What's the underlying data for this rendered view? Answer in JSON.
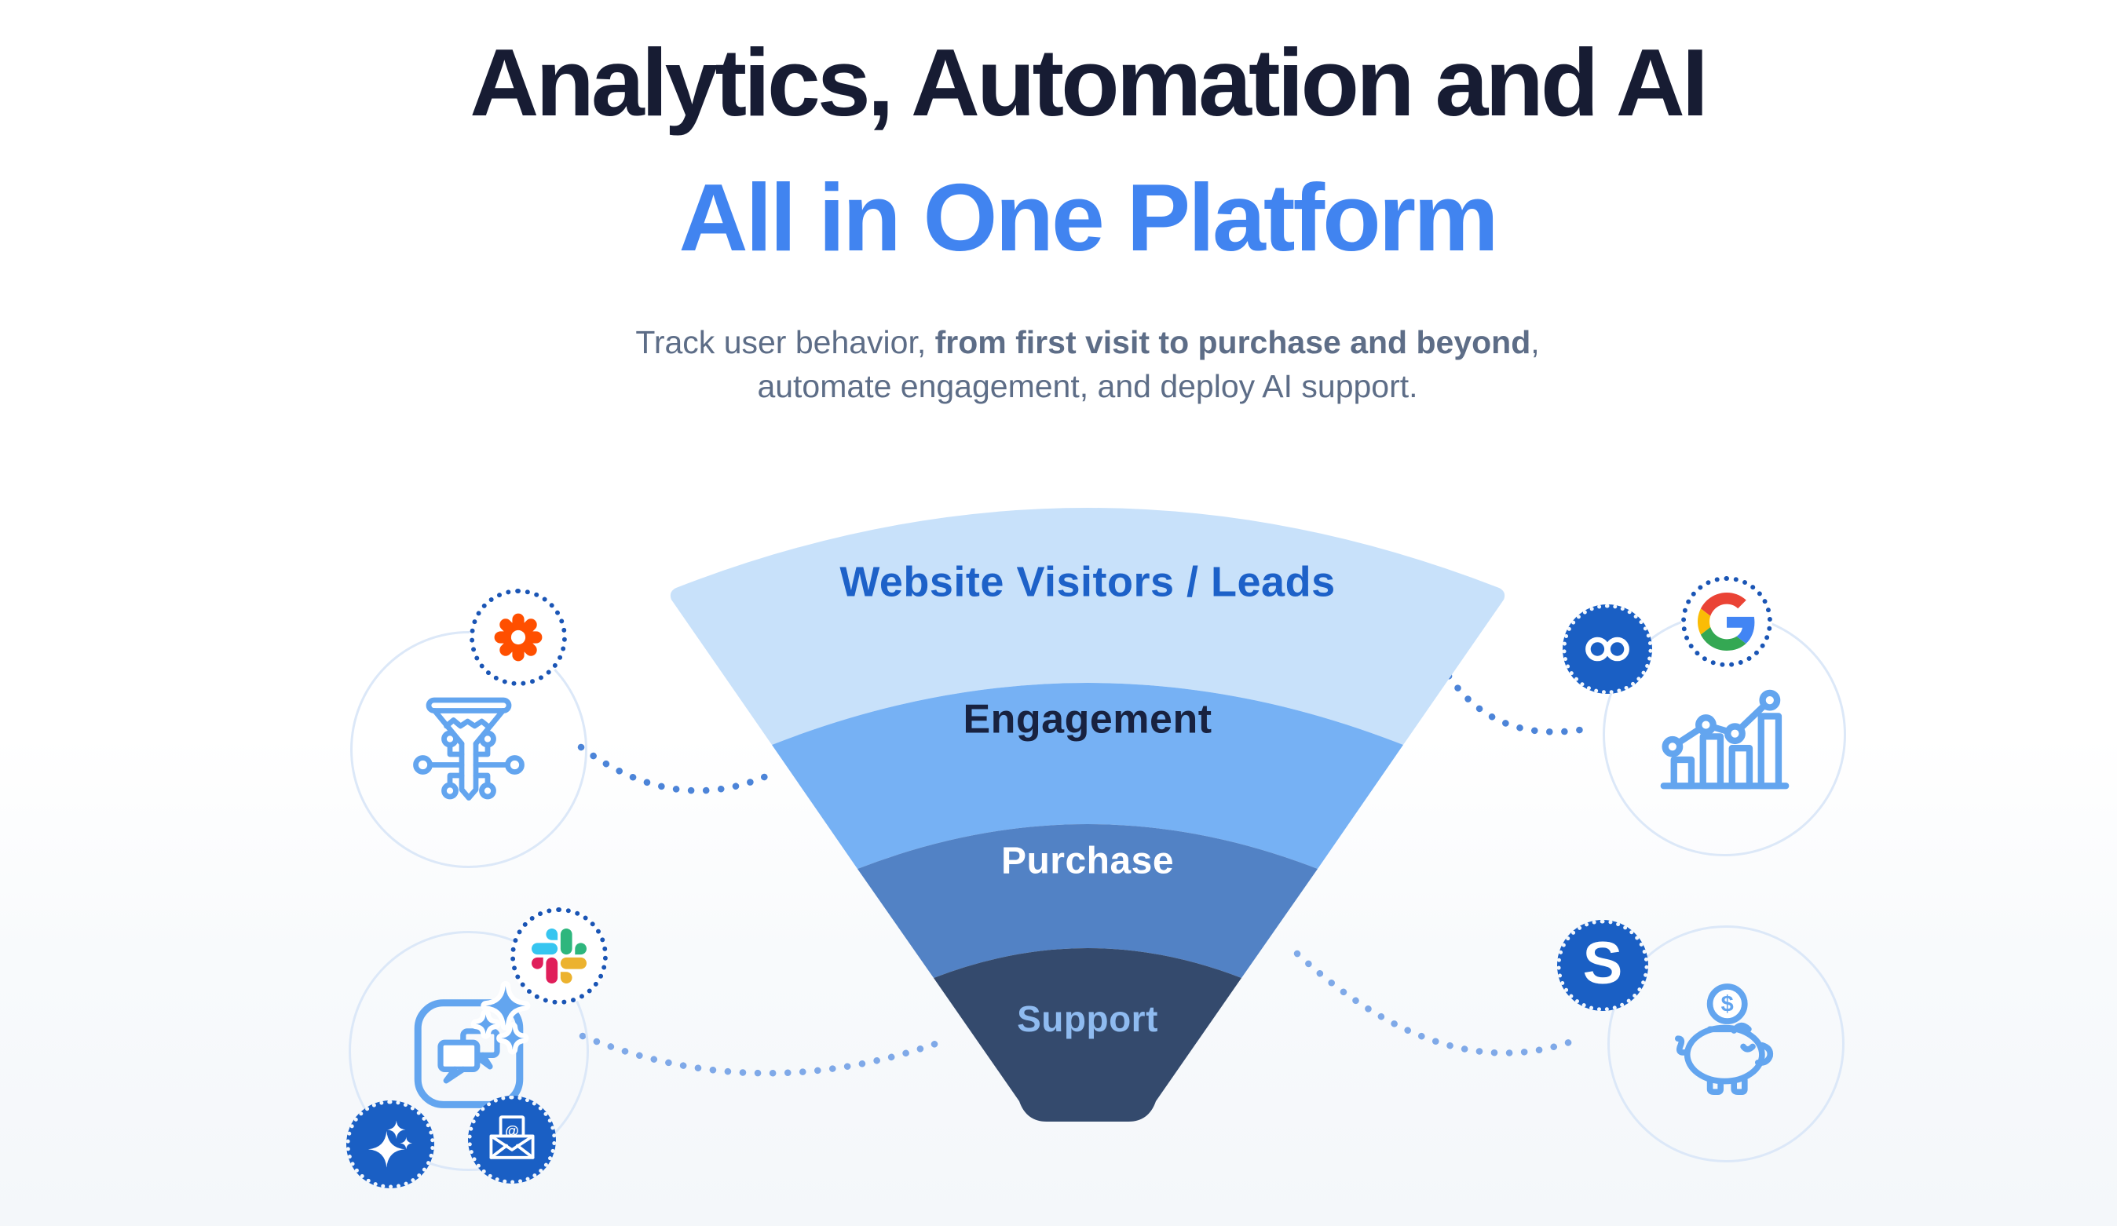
{
  "hero": {
    "title": "Analytics, Automation and AI",
    "subtitle": "All in One Platform",
    "description": {
      "line1_normal": "Track user behavior, ",
      "line1_bold": "from first visit to purchase and beyond",
      "line1_tail": ",",
      "line2": "automate engagement, and deploy AI support."
    },
    "colors": {
      "title": "#171C33",
      "subtitle": "#4184F0",
      "description": "#5D6D87"
    }
  },
  "chart_data": {
    "type": "funnel",
    "title": "Marketing funnel: Website Visitors / Leads > Engagement > Purchase > Support",
    "stages": [
      {
        "label": "Website Visitors / Leads",
        "color": "#C8E1FA",
        "label_color": "#1D61C8"
      },
      {
        "label": "Engagement",
        "color": "#76B1F4",
        "label_color": "#182240"
      },
      {
        "label": "Purchase",
        "color": "#5282C5",
        "label_color": "#FFFFFF"
      },
      {
        "label": "Support",
        "color": "#344A6D",
        "label_color": "#8FBBF0"
      }
    ]
  },
  "brand": {
    "badge_blue": "#1A5FC4",
    "ring_navy": "#1A55B5",
    "zapier_orange": "#FF4F00",
    "icon_stroke": "#63A5EF",
    "circle_outline": "#DCE8F8",
    "connector_dark": "#4C84D8",
    "connector_light": "#7FA9E8",
    "page_bg_top": "#FFFFFF",
    "page_bg_bottom": "#F4F7FA",
    "google": {
      "red": "#EA4335",
      "blue": "#4285F4",
      "yellow": "#FBBC05",
      "green": "#34A853"
    },
    "slack": {
      "blue": "#36C5F0",
      "green": "#2EB67D",
      "red": "#E01E5A",
      "yellow": "#ECB22E"
    }
  },
  "icons": {
    "stripe_letter": "S",
    "email_at": "@",
    "coin_dollar": "$",
    "names": [
      "zapier-icon",
      "funnel-circuit-icon",
      "slack-icon",
      "chat-bubbles-icon",
      "ai-sparkles-icon",
      "email-at-icon",
      "meta-icon",
      "google-icon",
      "bar-chart-trend-icon",
      "stripe-icon",
      "piggy-bank-icon"
    ]
  }
}
